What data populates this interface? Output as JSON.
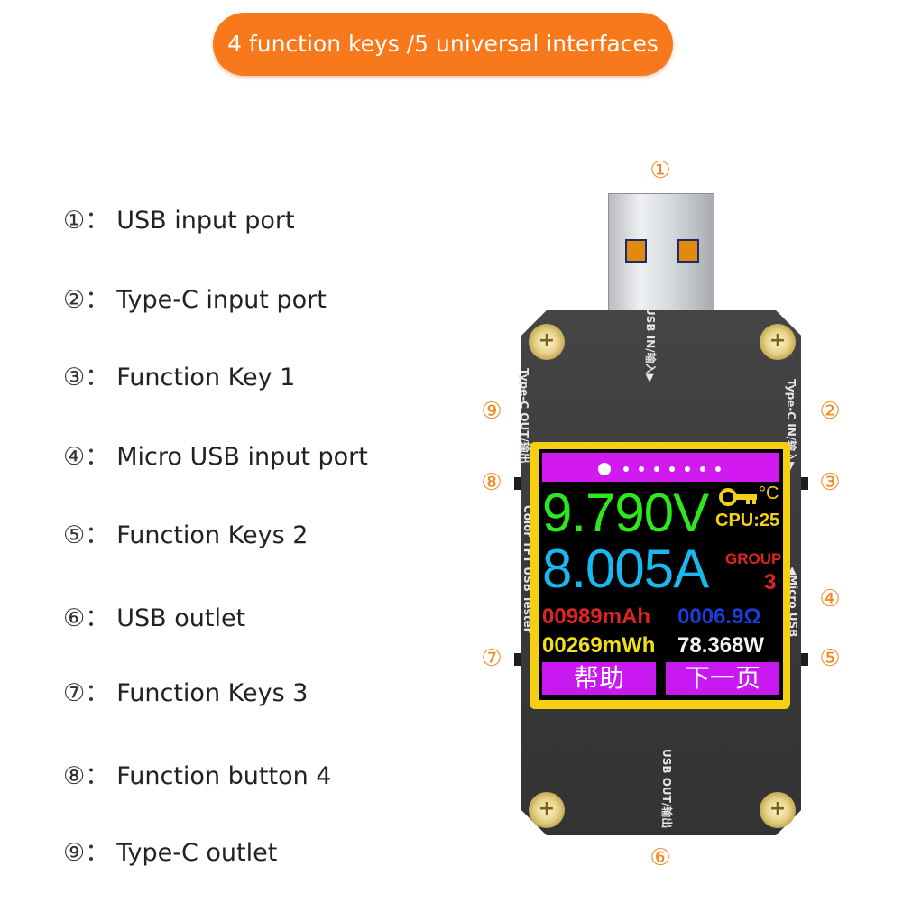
{
  "banner": {
    "text": "4 function keys /5 universal interfaces"
  },
  "legend": [
    {
      "num": "①：",
      "label": "USB input port"
    },
    {
      "num": "②：",
      "label": "Type-C input port"
    },
    {
      "num": "③：",
      "label": "Function Key 1"
    },
    {
      "num": "④：",
      "label": "Micro USB input port"
    },
    {
      "num": "⑤：",
      "label": "Function Keys 2"
    },
    {
      "num": "⑥：",
      "label": "USB outlet"
    },
    {
      "num": "⑦：",
      "label": "Function Keys 3"
    },
    {
      "num": "⑧：",
      "label": "Function button 4"
    },
    {
      "num": "⑨：",
      "label": "Type-C outlet"
    }
  ],
  "callouts": {
    "c1": "①",
    "c2": "②",
    "c3": "③",
    "c4": "④",
    "c5": "⑤",
    "c6": "⑥",
    "c7": "⑦",
    "c8": "⑧",
    "c9": "⑨"
  },
  "device": {
    "label_usb_in": "USB IN/输入▶",
    "label_typec_in": "Type-C IN/输入▶",
    "label_typec_out": "Type-C OUT/输出",
    "label_micro": "◀Micro USB",
    "label_tester": "Color TFT USB Tester",
    "label_usb_out": "USB OUT/输出",
    "screen": {
      "voltage": "9.790V",
      "temp_unit": "°C",
      "cpu": "CPU:25",
      "current": "8.005A",
      "group_label": "GROUP",
      "group_num": "3",
      "capacity": "00989mAh",
      "resistance": "0006.9Ω",
      "energy": "00269mWh",
      "power": "78.368W",
      "btn_help": "帮助",
      "btn_next": "下一页"
    }
  },
  "colors": {
    "accent": "#f7791c",
    "voltage": "#2ee81e",
    "current": "#18b8f0",
    "capacity": "#e02424",
    "resistance": "#1a3cd8",
    "energy": "#f0e01a",
    "magenta": "#d219f0"
  }
}
